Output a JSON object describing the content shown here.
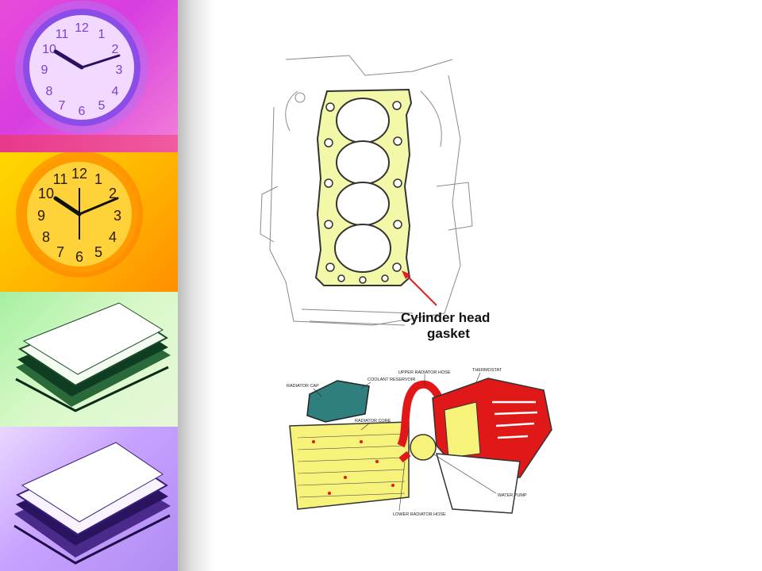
{
  "gasket_figure": {
    "label_line1": "Cylinder head",
    "label_line2": "gasket",
    "gasket_color": "#f3f7a8",
    "arrow_color": "#e02020"
  },
  "cooling_figure": {
    "labels": {
      "radiator_cap": "RADIATOR CAP",
      "coolant_reservoir": "COOLANT RESERVOIR",
      "upper_radiator_hose": "UPPER RADIATOR HOSE",
      "thermostat": "THERMOSTAT",
      "radiator_core": "RADIATOR CORE",
      "water_pump": "WATER PUMP",
      "lower_radiator_hose": "LOWER RADIATOR HOSE"
    },
    "hot_coolant_color": "#e01818",
    "cool_coolant_color": "#f7f37a",
    "reservoir_color": "#2f7f7f"
  },
  "side_strip": {
    "panels": [
      "magenta-clock",
      "yellow-clock",
      "green-papers",
      "purple-papers"
    ]
  }
}
